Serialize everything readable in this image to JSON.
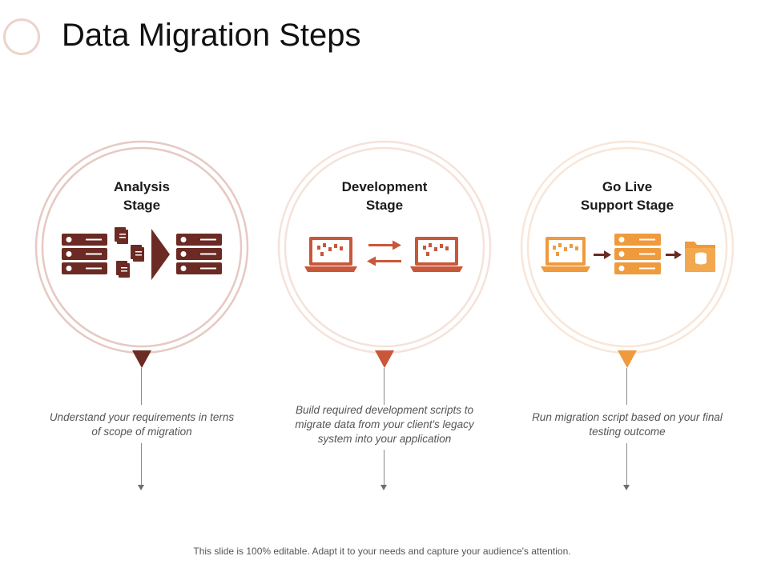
{
  "title": "Data Migration Steps",
  "footer": "This slide is 100% editable. Adapt it to your needs and capture your audience's attention.",
  "colors": {
    "analysis": "#6b2a23",
    "development": "#c9573a",
    "go_live": "#ef9a3c",
    "ring_analysis": "#e6c9c2",
    "ring_development": "#f6e2d9",
    "ring_go_live": "#f9e6d8"
  },
  "stages": [
    {
      "title_lines": [
        "Analysis",
        "Stage"
      ],
      "description": "Understand your requirements in terns of scope of migration",
      "icons": [
        "server-icon",
        "documents-icon",
        "arrow-right-icon",
        "server-icon"
      ]
    },
    {
      "title_lines": [
        "Development",
        "Stage"
      ],
      "description": "Build required development scripts to migrate data from your client's legacy system into your application",
      "icons": [
        "laptop-icon",
        "exchange-arrows-icon",
        "laptop-icon"
      ]
    },
    {
      "title_lines": [
        "Go Live",
        "Support Stage"
      ],
      "description": "Run migration script based on your final testing outcome",
      "icons": [
        "laptop-icon",
        "arrow-right-icon",
        "server-icon",
        "arrow-right-icon",
        "database-folder-icon"
      ]
    }
  ]
}
